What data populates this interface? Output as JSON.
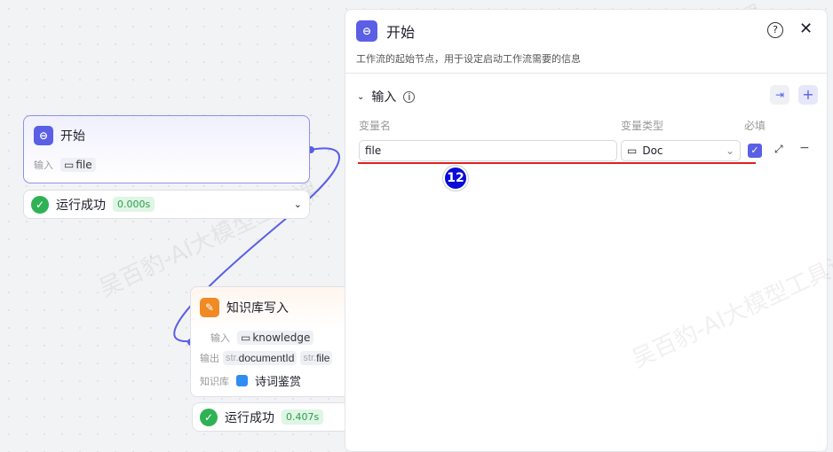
{
  "watermark": "吴百豹-AI大模型工具课",
  "start_node": {
    "title": "开始",
    "input_label": "输入",
    "input_var": "file",
    "status": "运行成功",
    "time": "0.000s"
  },
  "kb_node": {
    "title": "知识库写入",
    "input_label": "输入",
    "input_var": "knowledge",
    "output_label": "输出",
    "outputs": [
      {
        "type": "str.",
        "name": "documentId"
      },
      {
        "type": "str.",
        "name": "file"
      }
    ],
    "kb_label": "知识库",
    "kb_name": "诗词鉴赏",
    "status": "运行成功",
    "time": "0.407s"
  },
  "panel": {
    "title": "开始",
    "description": "工作流的起始节点，用于设定启动工作流需要的信息",
    "section": "输入",
    "col_name": "变量名",
    "col_type": "变量类型",
    "col_required": "必填",
    "row": {
      "name": "file",
      "type": "Doc",
      "required": true
    },
    "badge": "12"
  },
  "colors": {
    "accent": "#5a5fe6",
    "kb": "#f08a24",
    "success": "#2fb255"
  }
}
